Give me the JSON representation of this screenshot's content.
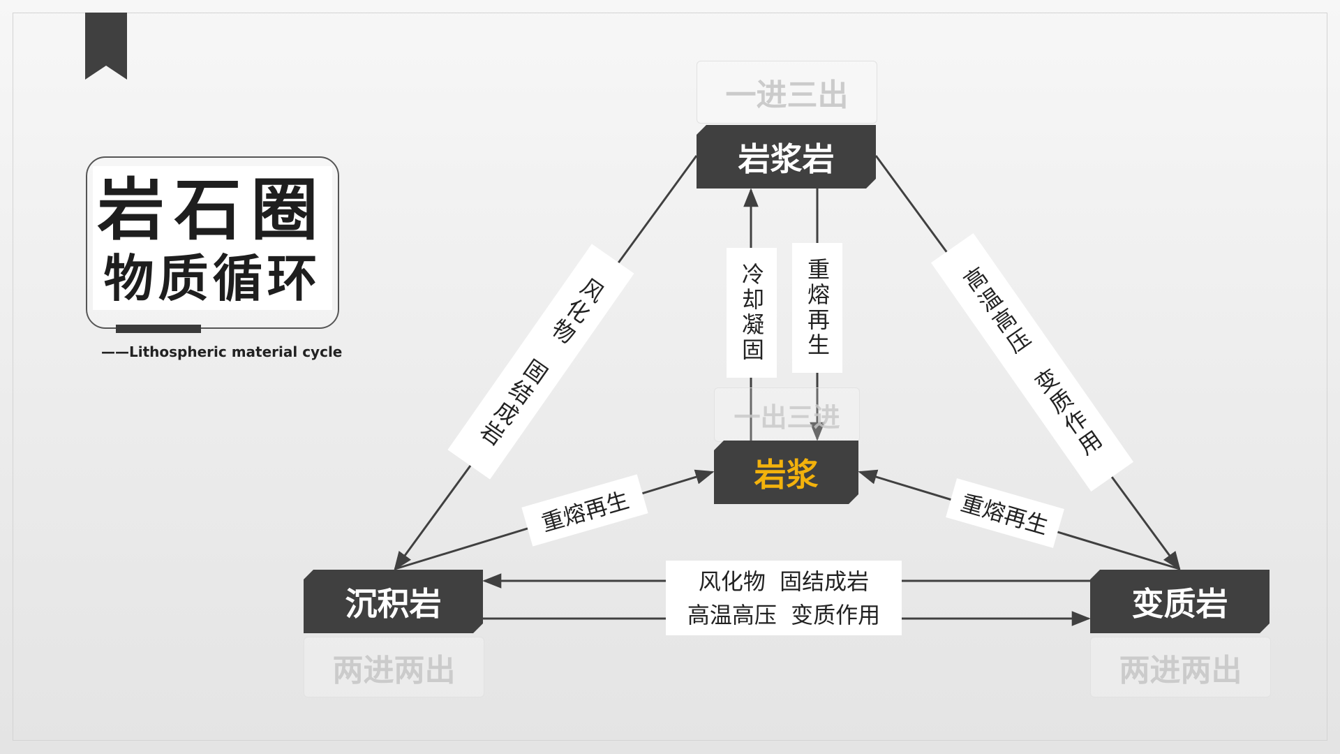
{
  "title": {
    "line1": "岩石圈",
    "line2": "物质循环",
    "subtitle": "——Lithospheric material cycle"
  },
  "nodes": {
    "igneous": "岩浆岩",
    "magma": "岩浆",
    "sedimentary": "沉积岩",
    "metamorphic": "变质岩"
  },
  "ghost_labels": {
    "igneous": "一进三出",
    "magma": "一出三进",
    "sedimentary": "两进两出",
    "metamorphic": "两进两出"
  },
  "edge_labels": {
    "cool_solidify": "冷却凝固",
    "remelt_top": "重熔再生",
    "weathering": "风化物",
    "consolidate": "固结成岩",
    "high_temp_pressure": "高温高压",
    "metamorphism": "变质作用",
    "remelt_left": "重熔再生",
    "remelt_right": "重熔再生",
    "bottom_line1": "风化物  固结成岩",
    "bottom_line2": "高温高压  变质作用"
  },
  "colors": {
    "node_bg": "#404040",
    "magma_text": "#f3b20c",
    "line": "#404040"
  },
  "icons": [
    "bookmark-icon"
  ]
}
